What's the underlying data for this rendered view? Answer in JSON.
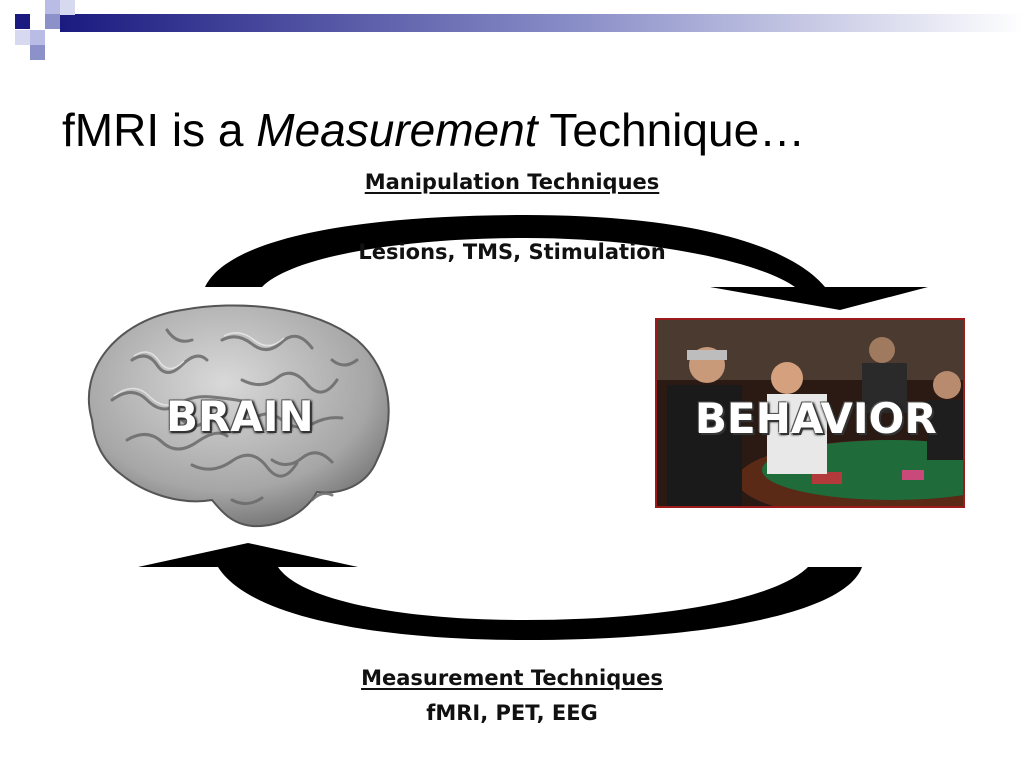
{
  "slide": {
    "title_prefix": "fMRI is a ",
    "title_emphasis": "Measurement",
    "title_suffix": " Technique…"
  },
  "top": {
    "heading": "Manipulation Techniques",
    "examples": "Lesions, TMS, Stimulation"
  },
  "bottom": {
    "heading": "Measurement Techniques",
    "examples": "fMRI, PET, EEG"
  },
  "nodes": {
    "brain_label": "BRAIN",
    "behavior_label": "BEHAVIOR"
  },
  "colors": {
    "accent_navy": "#1a1a80",
    "accent_lavender": "#9ea3d8",
    "photo_border": "#9b1b1b",
    "arrow": "#000000"
  }
}
